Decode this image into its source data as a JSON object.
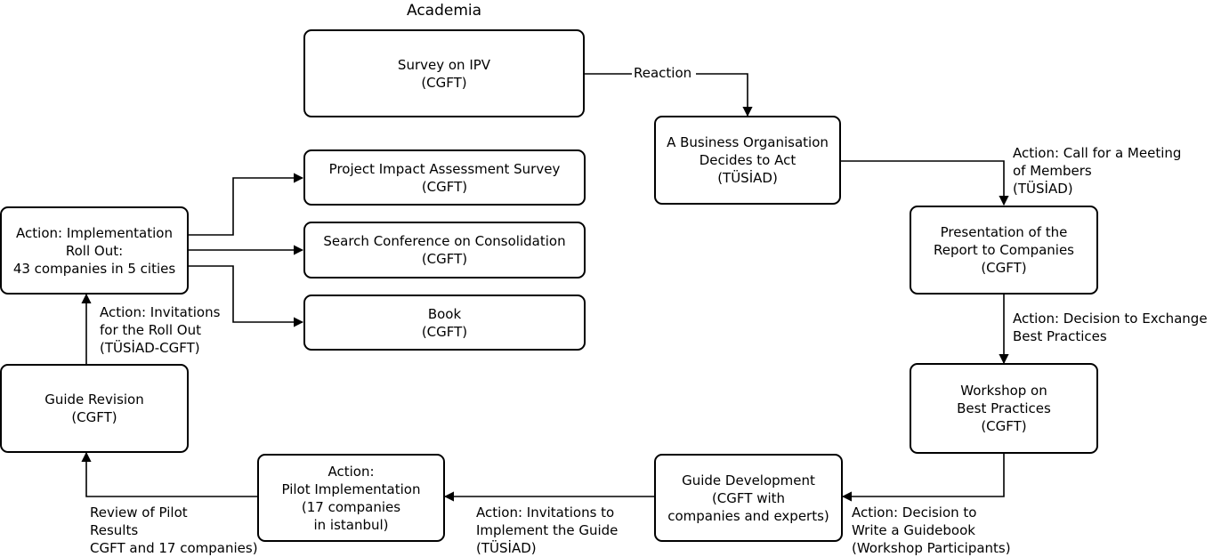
{
  "title": "Academia",
  "nodes": {
    "survey_ipv": [
      "Survey on IPV",
      "(CGFT)"
    ],
    "business_org": [
      "A Business Organisation",
      "Decides to Act",
      "(TÜSİAD)"
    ],
    "presentation": [
      "Presentation of the",
      "Report to Companies",
      "(CGFT)"
    ],
    "workshop": [
      "Workshop on",
      "Best Practices",
      "(CGFT)"
    ],
    "guide_dev": [
      "Guide Development",
      "(CGFT with",
      "companies and experts)"
    ],
    "pilot": [
      "Action:",
      "Pilot Implementation",
      "(17 companies",
      "in istanbul)"
    ],
    "guide_revision": [
      "Guide Revision",
      "(CGFT)"
    ],
    "implementation": [
      "Action: Implementation",
      "Roll Out:",
      "43 companies in 5 cities"
    ],
    "impact_survey": [
      "Project Impact Assessment Survey",
      "(CGFT)"
    ],
    "search_conf": [
      "Search Conference on Consolidation",
      "(CGFT)"
    ],
    "book": [
      "Book",
      "(CGFT)"
    ]
  },
  "edge_labels": {
    "reaction": [
      "Reaction"
    ],
    "call_meeting": [
      "Action: Call for a Meeting",
      "of Members",
      "(TÜSİAD)"
    ],
    "decision_exchange": [
      "Action: Decision to Exchange",
      "Best Practices"
    ],
    "decision_write": [
      "Action: Decision to",
      "Write a Guidebook",
      "(Workshop Participants)"
    ],
    "invitations_implement": [
      "Action: Invitations to",
      "Implement the Guide",
      "(TÜSİAD)"
    ],
    "review_pilot": [
      "Review of Pilot",
      "Results",
      "CGFT and 17 companies)"
    ],
    "invitations_rollout": [
      "Action: Invitations",
      "for the Roll Out",
      "(TÜSİAD-CGFT)"
    ]
  }
}
